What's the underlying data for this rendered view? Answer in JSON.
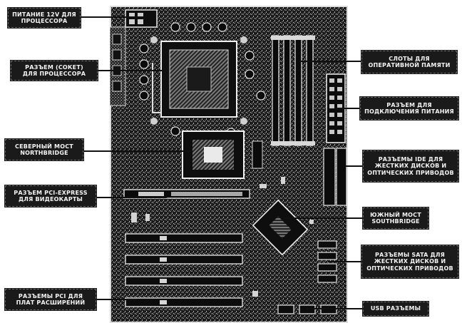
{
  "labels": {
    "cpu_power": "ПИТАНИЕ 12V ДЛЯ\nПРОЦЕССОРА",
    "cpu_socket": "РАЗЪЕМ (СОКЕТ)\nДЛЯ ПРОЦЕССОРА",
    "northbridge": "СЕВЕРНЫЙ МОСТ\nNORTHBRIDGE",
    "pcie_slot": "РАЗЪЕМ PCI-EXPRESS\nДЛЯ ВИДЕОКАРТЫ",
    "pci_slots": "РАЗЪЕМЫ PCI ДЛЯ\nПЛАТ РАСШИРЕНИЙ",
    "ram_slots": "СЛОТЫ ДЛЯ\nОПЕРАТИВНОЙ ПАМЯТИ",
    "power_connector": "РАЗЪЕМ ДЛЯ\nПОДКЛЮЧЕНИЯ ПИТАНИЯ",
    "ide_connectors": "РАЗЪЕМЫ IDE ДЛЯ\nЖЕСТКИХ ДИСКОВ И\nОПТИЧЕСКИХ ПРИВОДОВ",
    "southbridge": "ЮЖНЫЙ МОСТ\nSOUTHBRIDGE",
    "sata_connectors": "РАЗЪЕМЫ SATA ДЛЯ\nЖЕСТКИХ ДИСКОВ И\nОПТИЧЕСКИХ ПРИВОДОВ",
    "usb_connectors": "USB РАЗЪЕМЫ"
  },
  "colors": {
    "label_bg": "#1a1a1a",
    "label_text": "#f4f4f4",
    "board_dark": "#141414",
    "board_light": "#9a9a9a",
    "leader": "#111111"
  }
}
